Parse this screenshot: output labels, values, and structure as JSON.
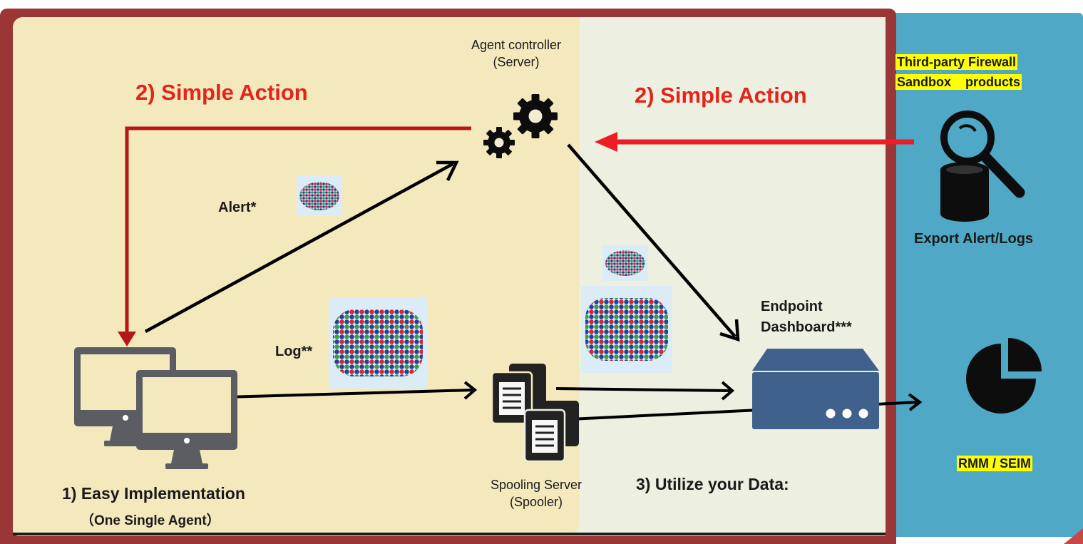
{
  "labels": {
    "agent_controller_name": "Agent controller",
    "agent_controller_role": "(Server)",
    "simple_action_left": "2) Simple Action",
    "simple_action_right": "2) Simple Action",
    "third_party_line1": "Third-party Firewall",
    "third_party_line2": "Sandbox    products",
    "alert": "Alert*",
    "log": "Log**",
    "export": "Export Alert/Logs",
    "endpoint_line1": "Endpoint",
    "endpoint_line2": "Dashboard***",
    "rmm": "RMM / SEIM",
    "easy_impl": "1)  Easy Implementation",
    "one_agent": "（One Single Agent）",
    "spooling_name": "Spooling Server",
    "spooling_role": "(Spooler)",
    "utilize": "3) Utilize your Data:"
  },
  "icons": {
    "gears": "gears-icon",
    "search": "magnifier-icon",
    "database": "database-icon",
    "computers": "computer-monitors-icon",
    "spooler": "document-stack-icon",
    "dashboard": "server-appliance-icon",
    "chart": "pie-chart-icon",
    "data": "data-particles-icon"
  },
  "colors": {
    "frame": "#9b3636",
    "panel_blue": "#4fa9c6",
    "left_zone": "#f3e9bd",
    "right_zone": "#edefe0",
    "action_red": "#e3241b",
    "arrow_dark_red": "#b51616",
    "highlight": "#ffff00",
    "server_blue": "#40618c"
  }
}
